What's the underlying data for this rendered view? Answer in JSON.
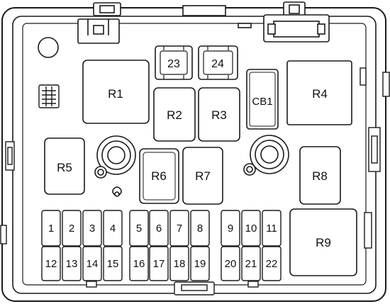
{
  "diagram": {
    "relays": {
      "r1": "R1",
      "r2": "R2",
      "r3": "R3",
      "r4": "R4",
      "r5": "R5",
      "r6": "R6",
      "r7": "R7",
      "r8": "R8",
      "r9": "R9"
    },
    "breakers": {
      "cb1": "CB1"
    },
    "large_fuses": {
      "f23": "23",
      "f24": "24"
    },
    "fuses_row1": [
      "1",
      "2",
      "3",
      "4",
      "5",
      "6",
      "7",
      "8",
      "9",
      "10",
      "11"
    ],
    "fuses_row2": [
      "12",
      "13",
      "14",
      "15",
      "16",
      "17",
      "18",
      "19",
      "20",
      "21",
      "22"
    ],
    "colors": {
      "stroke": "#1a1a1a",
      "fill": "#ffffff",
      "text": "#111111"
    }
  }
}
